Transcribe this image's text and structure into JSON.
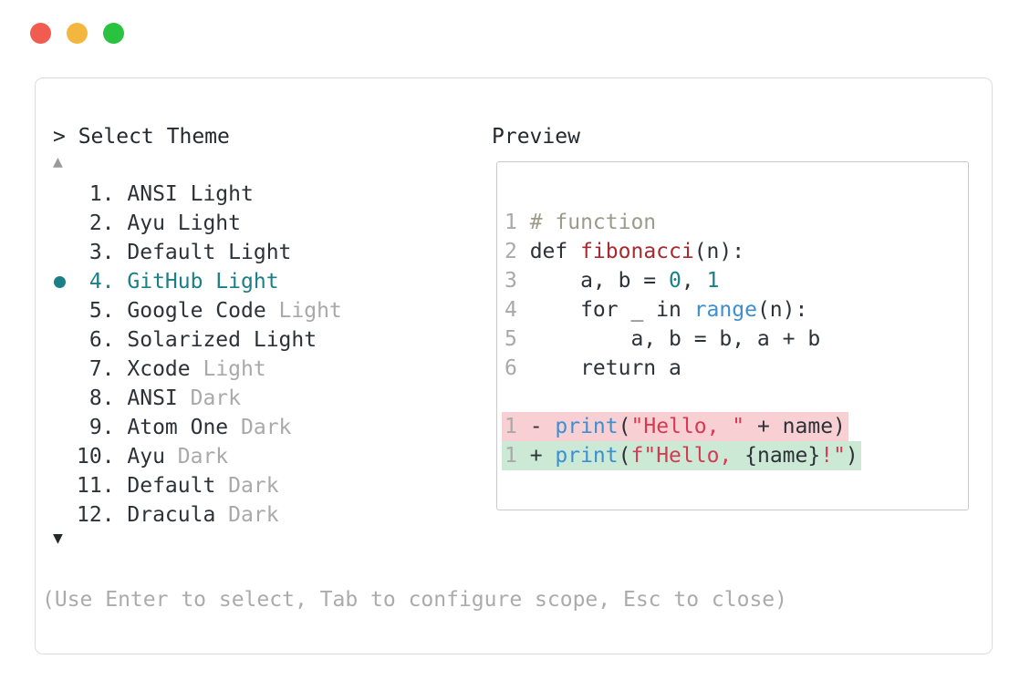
{
  "window": {
    "controls": [
      "close",
      "minimize",
      "zoom"
    ]
  },
  "theme_picker": {
    "prompt": "> Select Theme",
    "scroll_up_icon": "▲",
    "scroll_down_icon": "▼",
    "help": "(Use Enter to select, Tab to configure scope, Esc to close)",
    "items": [
      {
        "number": "1.",
        "label": "ANSI Light",
        "muted_variant": "",
        "selected": false
      },
      {
        "number": "2.",
        "label": "Ayu Light",
        "muted_variant": "",
        "selected": false
      },
      {
        "number": "3.",
        "label": "Default Light",
        "muted_variant": "",
        "selected": false
      },
      {
        "number": "4.",
        "label": "GitHub Light",
        "muted_variant": "",
        "selected": true
      },
      {
        "number": "5.",
        "label": "Google Code",
        "muted_variant": "Light",
        "selected": false
      },
      {
        "number": "6.",
        "label": "Solarized Light",
        "muted_variant": "",
        "selected": false
      },
      {
        "number": "7.",
        "label": "Xcode",
        "muted_variant": "Light",
        "selected": false
      },
      {
        "number": "8.",
        "label": "ANSI",
        "muted_variant": "Dark",
        "selected": false
      },
      {
        "number": "9.",
        "label": "Atom One",
        "muted_variant": "Dark",
        "selected": false
      },
      {
        "number": "10.",
        "label": "Ayu",
        "muted_variant": "Dark",
        "selected": false
      },
      {
        "number": "11.",
        "label": "Default",
        "muted_variant": "Dark",
        "selected": false
      },
      {
        "number": "12.",
        "label": "Dracula",
        "muted_variant": "Dark",
        "selected": false
      }
    ]
  },
  "preview": {
    "label": "Preview",
    "code_lines": [
      {
        "ln": "1",
        "diff": "",
        "segments": [
          {
            "t": "# function",
            "c": "comment"
          }
        ]
      },
      {
        "ln": "2",
        "diff": "",
        "segments": [
          {
            "t": "def ",
            "c": "plain"
          },
          {
            "t": "fibonacci",
            "c": "function"
          },
          {
            "t": "(n):",
            "c": "plain"
          }
        ]
      },
      {
        "ln": "3",
        "diff": "",
        "segments": [
          {
            "t": "    a, b = ",
            "c": "plain"
          },
          {
            "t": "0",
            "c": "number"
          },
          {
            "t": ", ",
            "c": "plain"
          },
          {
            "t": "1",
            "c": "number"
          }
        ]
      },
      {
        "ln": "4",
        "diff": "",
        "segments": [
          {
            "t": "    for _ in ",
            "c": "plain"
          },
          {
            "t": "range",
            "c": "builtin"
          },
          {
            "t": "(n):",
            "c": "plain"
          }
        ]
      },
      {
        "ln": "5",
        "diff": "",
        "segments": [
          {
            "t": "        a, b = b, a + b",
            "c": "plain"
          }
        ]
      },
      {
        "ln": "6",
        "diff": "",
        "segments": [
          {
            "t": "    return a",
            "c": "plain"
          }
        ]
      },
      {
        "ln": "",
        "diff": "",
        "segments": []
      },
      {
        "ln": "1",
        "diff": "removed",
        "segments": [
          {
            "t": "- ",
            "c": "plain"
          },
          {
            "t": "print",
            "c": "builtin"
          },
          {
            "t": "(",
            "c": "plain"
          },
          {
            "t": "\"Hello, \"",
            "c": "string"
          },
          {
            "t": " + name)",
            "c": "plain"
          }
        ]
      },
      {
        "ln": "1",
        "diff": "added",
        "segments": [
          {
            "t": "+ ",
            "c": "plain"
          },
          {
            "t": "print",
            "c": "builtin"
          },
          {
            "t": "(",
            "c": "plain"
          },
          {
            "t": "f\"Hello, ",
            "c": "string"
          },
          {
            "t": "{name}",
            "c": "plain"
          },
          {
            "t": "!\"",
            "c": "string"
          },
          {
            "t": ")",
            "c": "plain"
          }
        ]
      }
    ]
  },
  "colors": {
    "ink": "#2c3238",
    "muted_gray": "#a9a9a9",
    "help_gray": "#ababab",
    "selection_teal": "#1a7f87",
    "function_red": "#a8292e",
    "comment_olive": "#9b9b8b",
    "builtin_blue": "#3d8fd1",
    "string_crimson": "#d63a52",
    "diff_removed_bg": "#f8d0d3",
    "diff_added_bg": "#cbe9d5",
    "panel_border": "#dcdcdc",
    "preview_border": "#c9c9c9",
    "traffic_red": "#f15b50",
    "traffic_yellow": "#f3b63e",
    "traffic_green": "#29c340"
  }
}
